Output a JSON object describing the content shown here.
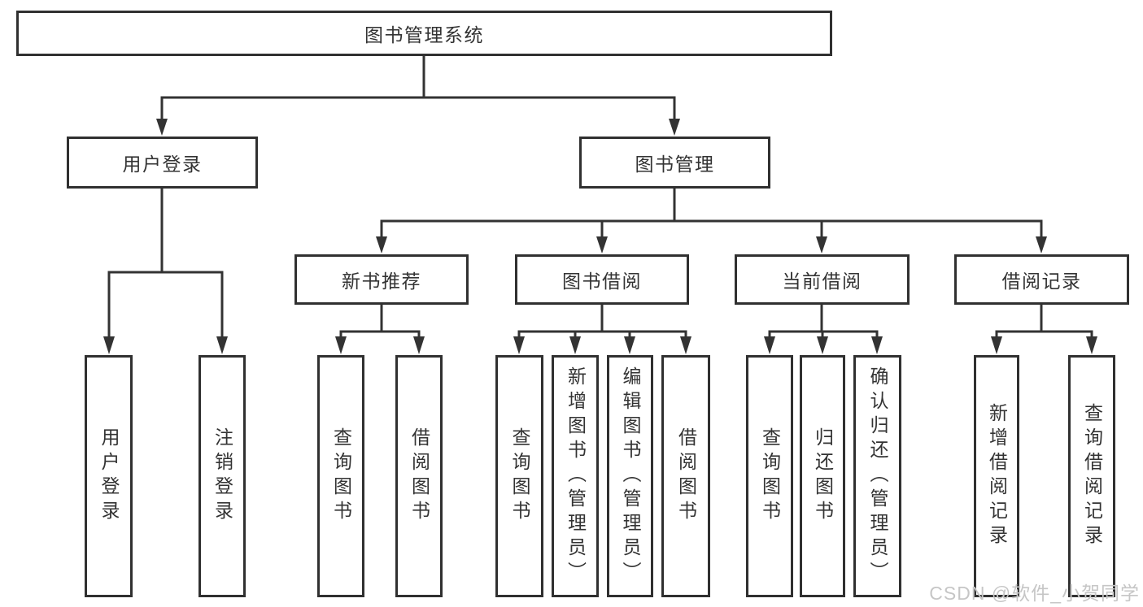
{
  "diagram": {
    "type": "tree",
    "root": "图书管理系统",
    "children": [
      {
        "label": "用户登录",
        "children": [
          {
            "label": "用户登录"
          },
          {
            "label": "注销登录"
          }
        ]
      },
      {
        "label": "图书管理",
        "children": [
          {
            "label": "新书推荐",
            "children": [
              {
                "label": "查询图书"
              },
              {
                "label": "借阅图书"
              }
            ]
          },
          {
            "label": "图书借阅",
            "children": [
              {
                "label": "查询图书"
              },
              {
                "label": "新增图书（管理员）"
              },
              {
                "label": "编辑图书（管理员）"
              },
              {
                "label": "借阅图书"
              }
            ]
          },
          {
            "label": "当前借阅",
            "children": [
              {
                "label": "查询图书"
              },
              {
                "label": "归还图书"
              },
              {
                "label": "确认归还（管理员）"
              }
            ]
          },
          {
            "label": "借阅记录",
            "children": [
              {
                "label": "新增借阅记录"
              },
              {
                "label": "查询借阅记录"
              }
            ]
          }
        ]
      }
    ]
  },
  "watermark": {
    "text": "CSDN @软件_小贺同学"
  },
  "colors": {
    "line": "#333333",
    "box_border": "#303030",
    "box_background": "#ffffff",
    "text": "#333333",
    "watermark": "#c6c6c6",
    "page_background": "#ffffff"
  }
}
